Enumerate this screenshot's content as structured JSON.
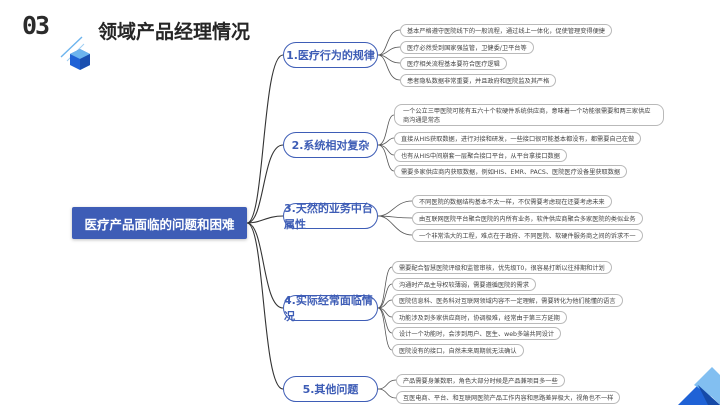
{
  "header": {
    "section_number": "03",
    "title": "领域产品经理情况"
  },
  "central_topic": "医疗产品面临的问题和困难",
  "branches": [
    {
      "label": "1.医疗行为的规律",
      "items": [
        "基本严格遵守医院线下的一般流程，通过线上一体化，促使管理变得便捷",
        "医疗必然受到国家强监管，卫健委/卫平台等",
        "医疗相关流程基本要符合医疗逻辑",
        "患者隐私数据非常重要，并且政府和医院监及其严格"
      ]
    },
    {
      "label": "2.系统相对复杂",
      "items": [
        "一个公立三甲医院可能有五六十个软硬件系统供应商，意味着一个功能很需要和两三家供应商沟通是常态",
        "直接从HIS获取数据，进行对接和研发，一些接口很可能基本都没有，都需要自己在做",
        "也有从HIS中间崩套一层聚合接口平台，从平台拿接口数据",
        "需要多家供应商内获取数据，例如HIS、EMR、PACS、医院医疗设备里获取数据"
      ]
    },
    {
      "label": "3.天然的业务中台属性",
      "items": [
        "不同医院的数据结构基本不太一样，不仅需要考虑现在还要考虑未来",
        "由互联网医院平台聚合医院的内所有业务，软件供应商聚合多家医院的类似业务",
        "一个非常浩大的工程，难点在于政府、不同医院、软硬件服务商之间的诉求不一"
      ]
    },
    {
      "label": "4.实际经常面临情况",
      "items": [
        "需要配合智慧医院评级和监管审核，优先级T0，很容易打断以往排期和计划",
        "沟通时产品主导权较薄弱，需要遵循医院的需求",
        "医院信息科、医务科对互联网领域内容不一定理解，需要转化为他们能懂的语言",
        "功能涉及到多家供应商时，协调极难，经常由于第三方延期",
        "设计一个功能时，会涉到用户、医生、web多端共同设计",
        "医院没有的接口，自然未来周期就无法确认"
      ]
    },
    {
      "label": "5.其他问题",
      "items": [
        "产品需要身兼数职，角色大部分时候是产品兼项目多一些",
        "互医电商、平台、和互联网医院产品工作内容和思路差异极大，视角也不一样"
      ]
    }
  ],
  "colors": {
    "accent": "#3e5db6",
    "decor_light": "#6cb4ee",
    "decor_dark": "#1f62d6",
    "connector": "#333333"
  }
}
